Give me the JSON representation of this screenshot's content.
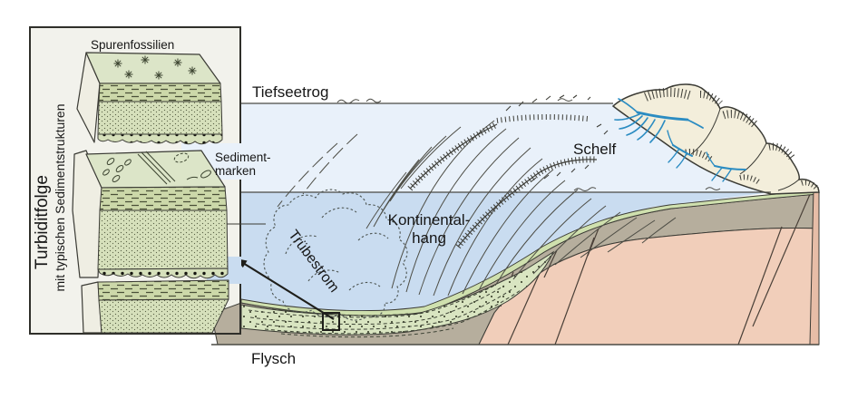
{
  "panel": {
    "title": "Turbiditfolge",
    "subtitle": "mit typischen Sedimentstrukturen",
    "trace_fossils_label": "Spurenfossilien",
    "sediment_marks_line1": "Sediment-",
    "sediment_marks_line2": "marken"
  },
  "main": {
    "deep_sea_trough": "Tiefseetrog",
    "shelf": "Schelf",
    "continental_slope_line1": "Kontinental-",
    "continental_slope_line2": "hang",
    "turbidity_current": "Trübestrom",
    "flysch": "Flysch"
  },
  "colors": {
    "water_surface": "#e9f1fa",
    "water_front": "#c9dcf0",
    "basin_sediment": "#d9e5c1",
    "rock_layer_green": "#cfe0ae",
    "rock_layer_gray": "#b6ae9d",
    "basement_pink": "#f1ceba",
    "basement_pink_side": "#e7bda7",
    "mountains": "#f3eedb",
    "river_blue": "#2b8cc2",
    "panel_bg": "#f2f2ec",
    "block_top_green": "#dce5c8",
    "block_side_cream": "#efeee3"
  }
}
